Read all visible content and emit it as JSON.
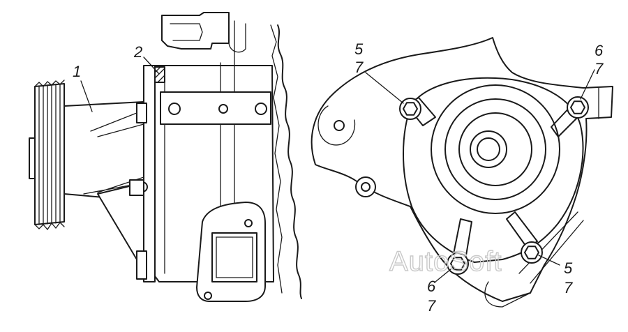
{
  "watermark": "AutoSoft",
  "callouts": {
    "left_1": "1",
    "left_2": "2",
    "tl_5": "5",
    "tl_7": "7",
    "tr_6": "6",
    "tr_7": "7",
    "br_5": "5",
    "br_7": "7",
    "bl_6": "6",
    "bl_7": "7"
  }
}
